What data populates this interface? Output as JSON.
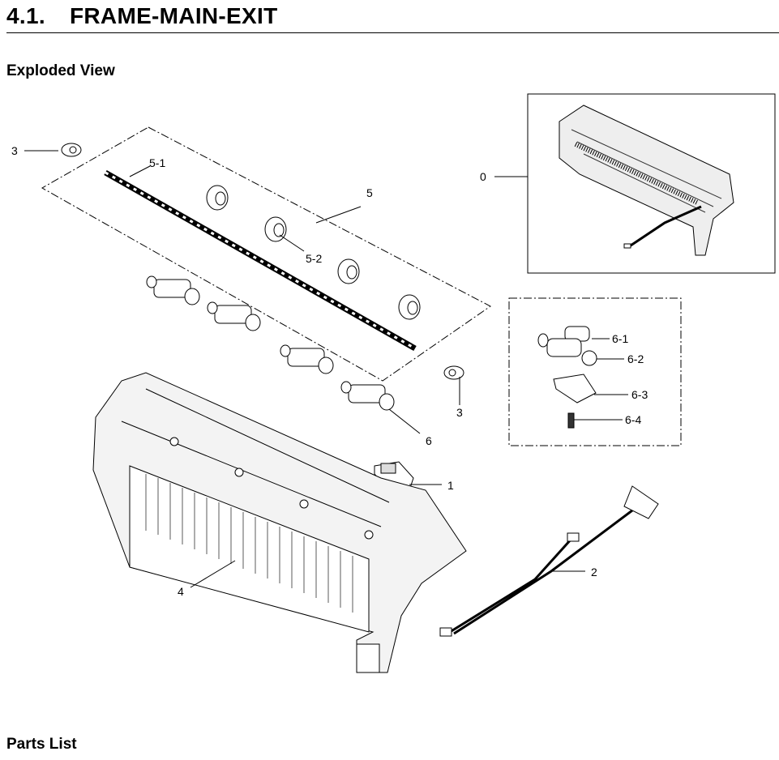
{
  "header": {
    "section_number": "4.1.",
    "section_title": "FRAME-MAIN-EXIT"
  },
  "exploded_view": {
    "heading": "Exploded View",
    "callouts": {
      "c0": "0",
      "c1": "1",
      "c2": "2",
      "c3a": "3",
      "c3b": "3",
      "c4": "4",
      "c5": "5",
      "c5_1": "5-1",
      "c5_2": "5-2",
      "c6": "6",
      "c6_1": "6-1",
      "c6_2": "6-2",
      "c6_3": "6-3",
      "c6_4": "6-4"
    }
  },
  "parts_list": {
    "heading": "Parts List"
  }
}
